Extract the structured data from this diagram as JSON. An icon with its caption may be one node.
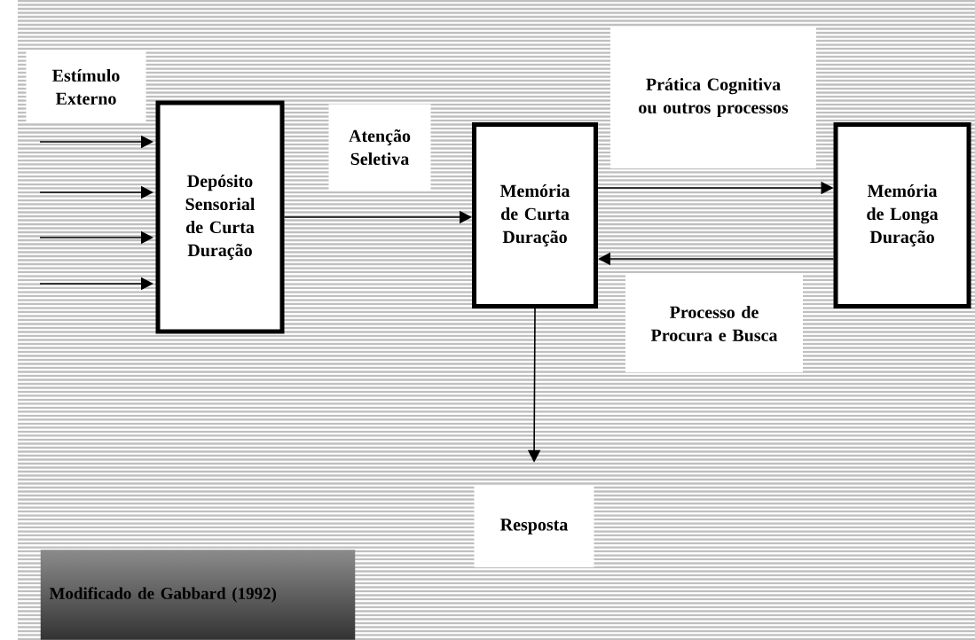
{
  "diagram": {
    "caption": "Modificado de Gabbard (1992)",
    "nodes": [
      {
        "text": [
          "Depósito Sensorial de Curta Duração"
        ]
      },
      {
        "text": [
          "Memória de Curta Duração"
        ]
      },
      {
        "text": [
          "Memória de Longa Duração"
        ]
      },
      {
        "text": [
          "Resposta"
        ]
      },
      {
        "text": [
          "Estímulo Externo"
        ]
      }
    ],
    "edges": [
      {
        "from": null,
        "to": 0,
        "arrow": "to"
      },
      {
        "from": null,
        "to": 0,
        "arrow": "to"
      },
      {
        "from": null,
        "to": 0,
        "arrow": "to"
      },
      {
        "from": null,
        "to": 0,
        "arrow": "to"
      },
      {
        "from": 0,
        "to": 1,
        "arrow": "to",
        "label": "Atenção Seletiva"
      },
      {
        "from": 1,
        "to": 2,
        "arrow": "to",
        "label": "Prática Cognitiva ou outros processos"
      },
      {
        "from": 2,
        "to": 1,
        "arrow": "to",
        "label": "Processo de Procura e Busca"
      },
      {
        "from": 1,
        "to": 3,
        "arrow": "to"
      }
    ]
  }
}
